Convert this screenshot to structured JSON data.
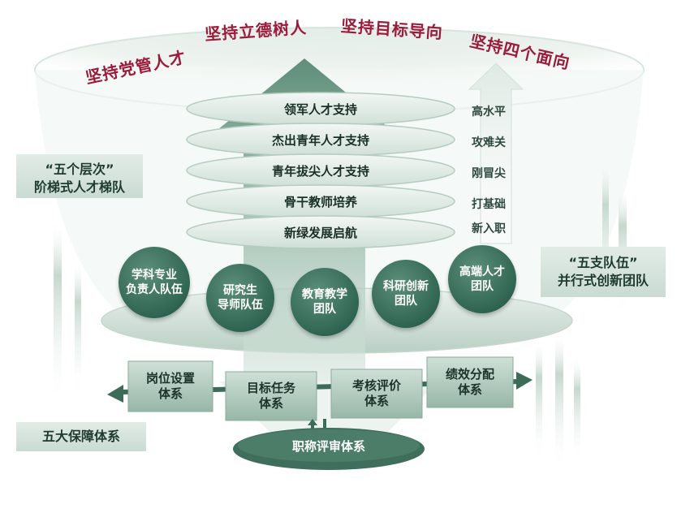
{
  "top_principles": [
    "坚持党管人才",
    "坚持立德树人",
    "坚持目标导向",
    "坚持四个面向"
  ],
  "left_box": {
    "line1": "“五个层次”",
    "line2": "阶梯式人才梯队"
  },
  "right_box": {
    "line1": "“五支队伍”",
    "line2": "并行式创新团队"
  },
  "bottom_left_box": "五大保障体系",
  "tiers": [
    "领军人才支持",
    "杰出青年人才支持",
    "青年拔尖人才支持",
    "骨干教师培养",
    "新绿发展启航"
  ],
  "tier_side_labels": [
    "高水平",
    "攻难关",
    "刚冒尖",
    "打基础",
    "新入职"
  ],
  "teams": [
    "学科专业\n负责人队伍",
    "研究生\n导师队伍",
    "教育教学\n团队",
    "科研创新\n团队",
    "高端人才\n团队"
  ],
  "systems": [
    "岗位设置\n体系",
    "目标任务\n体系",
    "考核评价\n体系",
    "绩效分配\n体系"
  ],
  "bottom_system": "职称评审体系",
  "colors": {
    "accent_red": "#9b1c3a",
    "dark_green": "#2f6552",
    "mid_green": "#5d8f7a",
    "light_green": "#dfe9e4"
  }
}
